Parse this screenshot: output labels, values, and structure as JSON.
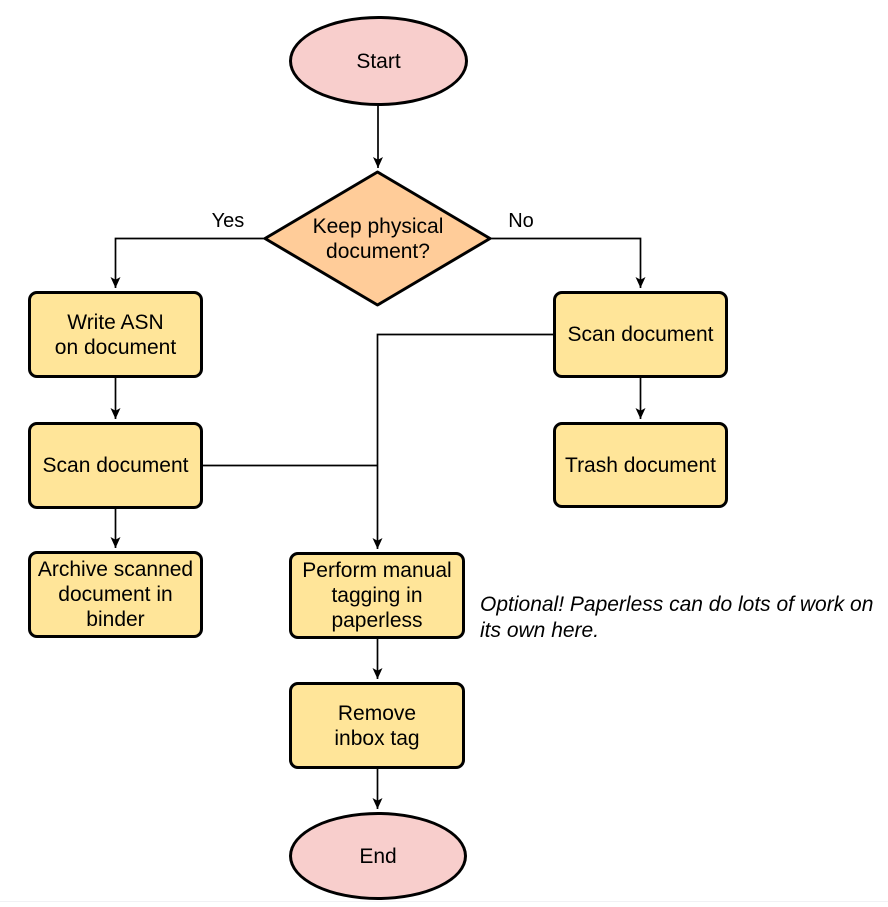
{
  "colors": {
    "terminal_fill": "#F8CECC",
    "decision_fill": "#FFCC99",
    "process_fill": "#FFE599",
    "stroke": "#000000",
    "background": "#FFFFFF"
  },
  "nodes": {
    "start": {
      "type": "terminal",
      "label": "Start"
    },
    "decision": {
      "type": "decision",
      "label": "Keep physical\ndocument?"
    },
    "write_asn": {
      "type": "process",
      "label": "Write ASN\non document"
    },
    "scan_left": {
      "type": "process",
      "label": "Scan document"
    },
    "archive": {
      "type": "process",
      "label": "Archive scanned\ndocument in\nbinder"
    },
    "scan_right": {
      "type": "process",
      "label": "Scan document"
    },
    "trash": {
      "type": "process",
      "label": "Trash document"
    },
    "perform_tagging": {
      "type": "process",
      "label": "Perform manual\ntagging in\npaperless"
    },
    "remove_inbox_tag": {
      "type": "process",
      "label": "Remove\ninbox tag"
    },
    "end": {
      "type": "terminal",
      "label": "End"
    }
  },
  "edge_labels": {
    "yes": "Yes",
    "no": "No"
  },
  "note": {
    "text": "Optional! Paperless can do lots of work on\nits own here."
  }
}
